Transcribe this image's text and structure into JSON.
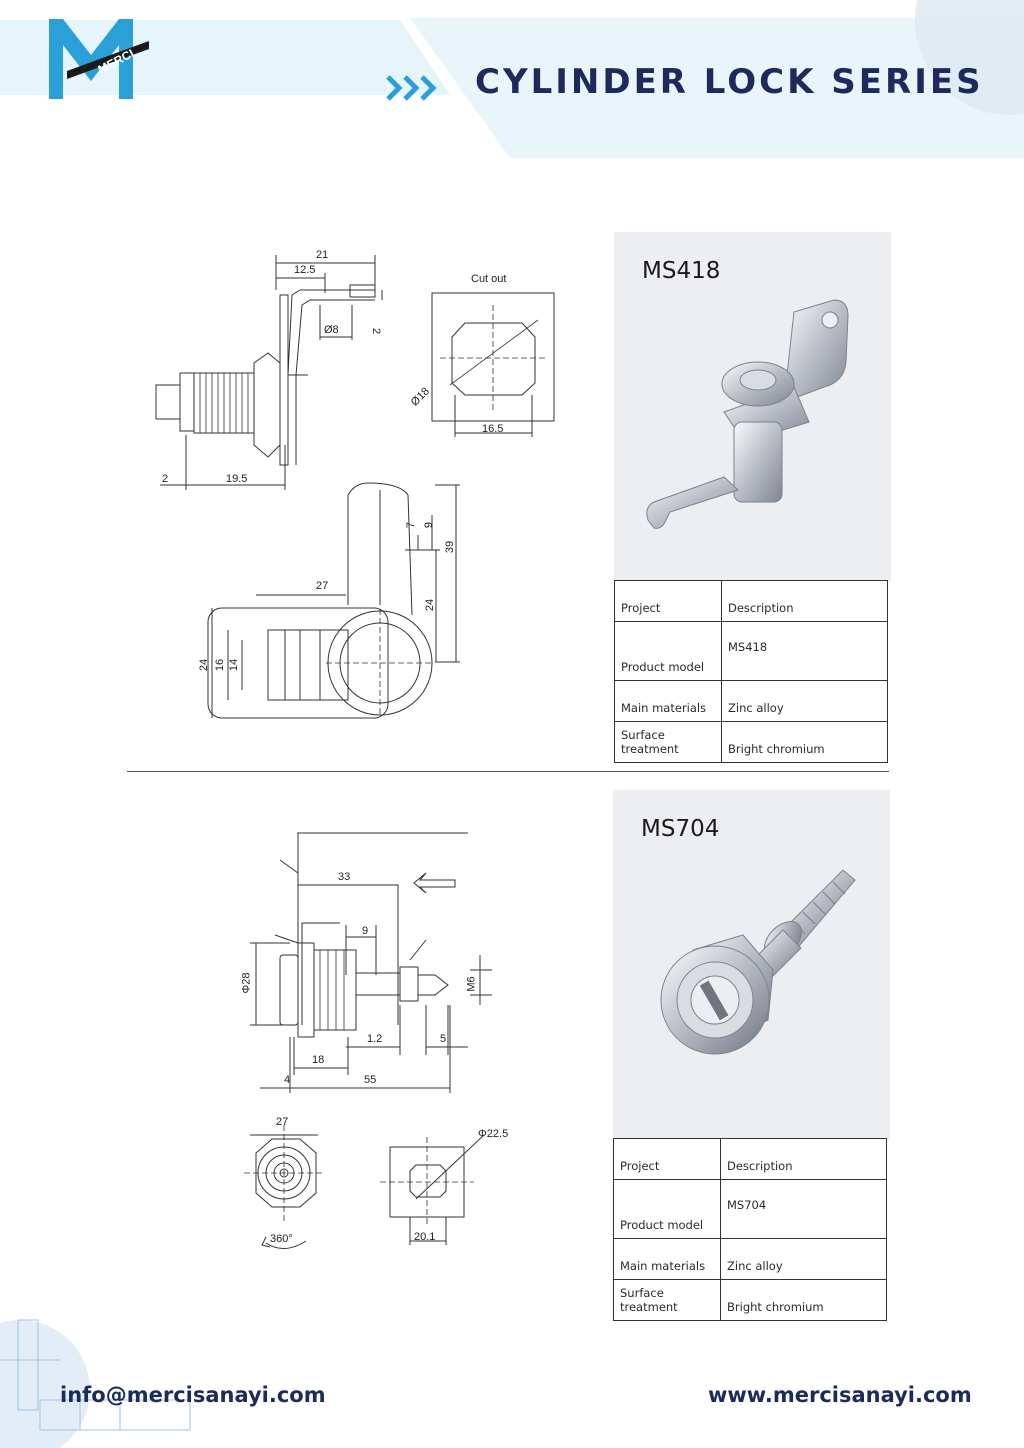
{
  "header": {
    "logo_text": "MERCI",
    "title": "CYLINDER LOCK SERIES"
  },
  "products": [
    {
      "model": "MS418",
      "drawing_dims": {
        "top_width": "21",
        "top_inner": "12.5",
        "hole": "Ø8",
        "thickness": "2",
        "cutout_label": "Cut out",
        "cutout_diameter": "Ø18",
        "cutout_flat": "16.5",
        "base_offset": "2",
        "body_length": "19.5",
        "cam_length": "27",
        "h7": "7",
        "h9": "9",
        "h39": "39",
        "h24_right": "24",
        "h24_left": "24",
        "h16": "16",
        "h14": "14"
      },
      "table": [
        [
          "Project",
          "Description"
        ],
        [
          "Product model",
          "MS418"
        ],
        [
          "Main materials",
          "Zinc alloy"
        ],
        [
          "Surface treatment",
          "Bright chromium"
        ]
      ]
    },
    {
      "model": "MS704",
      "drawing_dims": {
        "d33": "33",
        "d9": "9",
        "d28": "Φ28",
        "m6": "M6",
        "d1_2": "1.2",
        "d5": "5",
        "d18": "18",
        "d4": "4",
        "d55": "55",
        "d27": "27",
        "rotation": "360°",
        "d22_5": "Φ22.5",
        "d20_1": "20.1"
      },
      "table": [
        [
          "Project",
          "Description"
        ],
        [
          "Product model",
          "MS704"
        ],
        [
          "Main materials",
          "Zinc alloy"
        ],
        [
          "Surface treatment",
          "Bright chromium"
        ]
      ]
    }
  ],
  "footer": {
    "email": "info@mercisanayi.com",
    "website": "www.mercisanayi.com"
  },
  "colors": {
    "brand_navy": "#1c2a5c",
    "brand_light_blue": "#cfeaf8",
    "logo_blue": "#2a9fd8",
    "panel_grey": "#eceef2"
  }
}
